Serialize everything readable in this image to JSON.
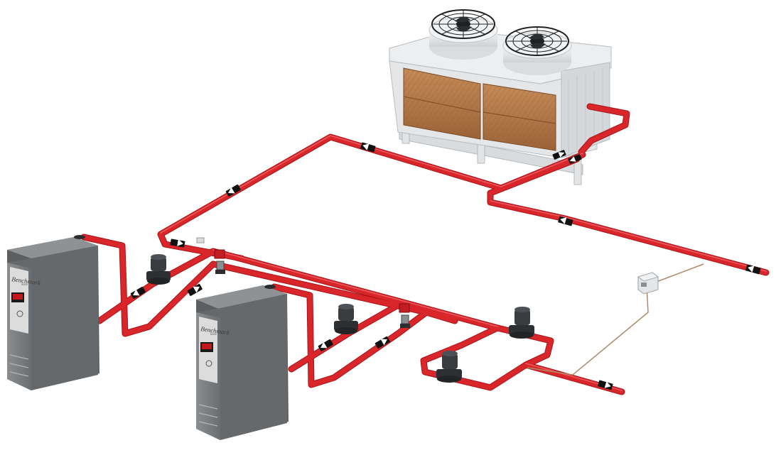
{
  "boilers": [
    {
      "brand": "Benchmark",
      "model": "5000"
    },
    {
      "brand": "Benchmark",
      "model": "5000"
    }
  ],
  "colors": {
    "pipe": "#d8262a",
    "pipe_dark": "#a81418",
    "boiler_body": "#6a6c6f",
    "boiler_front": "#7d8083",
    "boiler_panel": "#dcdcdc",
    "cooler_frame": "#e9ebed",
    "cooler_media": "#b77a48",
    "pump": "#3a3d40",
    "sensor_wire": "#b08a64"
  },
  "icons": {
    "flow_arrow": "flow-arrow-icon",
    "fan": "fan-icon",
    "pump": "pump-icon",
    "valve": "valve-icon",
    "controller": "controller-box-icon"
  }
}
